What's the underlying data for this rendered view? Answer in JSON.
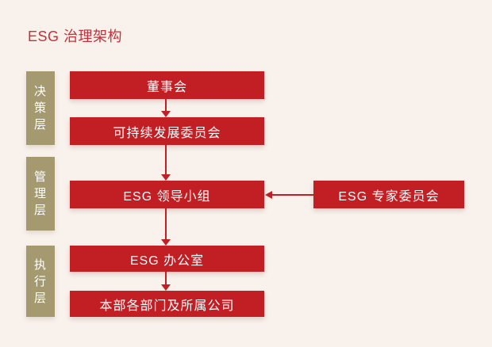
{
  "diagram": {
    "title": "ESG 治理架构",
    "layers": [
      {
        "label": "决策层",
        "nodes": [
          "董事会",
          "可持续发展委员会"
        ]
      },
      {
        "label": "管理层",
        "nodes": [
          "ESG 领导小组"
        ],
        "side_node": "ESG 专家委员会"
      },
      {
        "label": "执行层",
        "nodes": [
          "ESG 办公室",
          "本部各部门及所属公司"
        ]
      }
    ],
    "colors": {
      "background": "#F9F2EC",
      "node_red": "#C11F24",
      "title_red": "#C5303A",
      "layer_tan": "#A59970",
      "node_text": "#FFFFFF"
    }
  }
}
